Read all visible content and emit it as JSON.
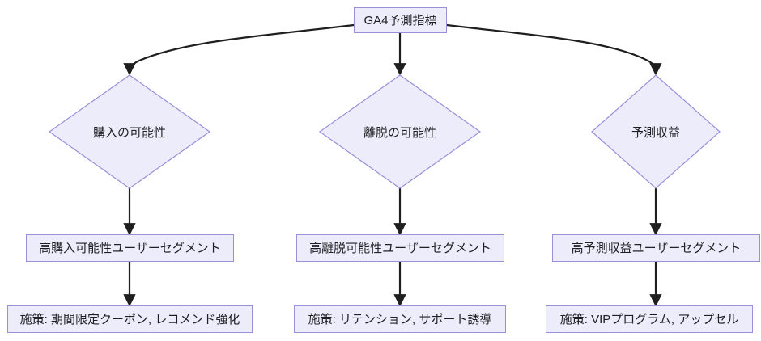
{
  "diagram": {
    "type": "flowchart",
    "direction": "top-down",
    "colors": {
      "node_fill": "#ECECFB",
      "node_stroke": "#9A8FD8",
      "edge_stroke": "#1f1f1f",
      "text": "#1f1f22",
      "background": "#ffffff"
    },
    "root": {
      "id": "root",
      "shape": "rect",
      "label": "GA4予測指標"
    },
    "branches": [
      {
        "id": "branch-purchase",
        "decision": {
          "id": "decision-purchase",
          "shape": "diamond",
          "label": "購入の可能性"
        },
        "segment": {
          "id": "segment-purchase",
          "shape": "rect",
          "label": "高購入可能性ユーザーセグメント"
        },
        "action": {
          "id": "action-purchase",
          "shape": "rect",
          "label": "施策: 期間限定クーポン, レコメンド強化"
        }
      },
      {
        "id": "branch-churn",
        "decision": {
          "id": "decision-churn",
          "shape": "diamond",
          "label": "離脱の可能性"
        },
        "segment": {
          "id": "segment-churn",
          "shape": "rect",
          "label": "高離脱可能性ユーザーセグメント"
        },
        "action": {
          "id": "action-churn",
          "shape": "rect",
          "label": "施策: リテンション, サポート誘導"
        }
      },
      {
        "id": "branch-revenue",
        "decision": {
          "id": "decision-revenue",
          "shape": "diamond",
          "label": "予測収益"
        },
        "segment": {
          "id": "segment-revenue",
          "shape": "rect",
          "label": "高予測収益ユーザーセグメント"
        },
        "action": {
          "id": "action-revenue",
          "shape": "rect",
          "label": "施策: VIPプログラム, アップセル"
        }
      }
    ]
  }
}
